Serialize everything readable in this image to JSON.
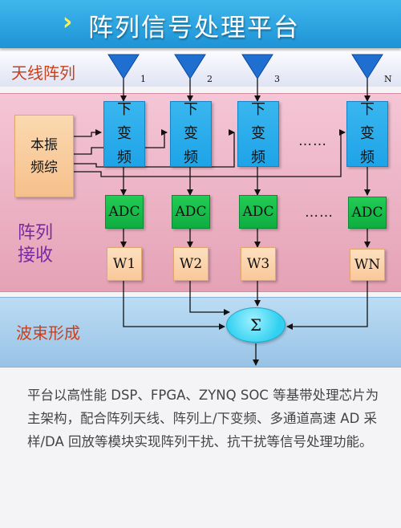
{
  "header": {
    "title": "阵列信号处理平台",
    "chevron_icon": "chevron-right-icon"
  },
  "bands": {
    "antenna": "天线阵列",
    "receive": "阵列\n接收",
    "receive_line1": "阵列",
    "receive_line2": "接收",
    "beamforming": "波束形成"
  },
  "local_oscillator": {
    "line1": "本振",
    "line2": "频综"
  },
  "channels": [
    {
      "antenna_label": "1",
      "downconv": [
        "下",
        "变",
        "频"
      ],
      "adc": "ADC",
      "weight": "W1"
    },
    {
      "antenna_label": "2",
      "downconv": [
        "下",
        "变",
        "频"
      ],
      "adc": "ADC",
      "weight": "W2"
    },
    {
      "antenna_label": "3",
      "downconv": [
        "下",
        "变",
        "频"
      ],
      "adc": "ADC",
      "weight": "W3"
    },
    {
      "antenna_label": "N",
      "downconv": [
        "下",
        "变",
        "频"
      ],
      "adc": "ADC",
      "weight": "WN"
    }
  ],
  "ellipsis": "……",
  "sum_symbol": "Σ",
  "description": "平台以高性能 DSP、FPGA、ZYNQ SOC 等基带处理芯片为主架构，配合阵列天线、阵列上/下变频、多通道高速 AD 采样/DA 回放等模块实现阵列干扰、抗干扰等信号处理功能。",
  "colors": {
    "header": "#29a6e3",
    "title_text": "#ffffff",
    "band_label": "#c8401c",
    "antenna": "#1f6fd0",
    "downconverter": "#22a8ec",
    "adc": "#14b548",
    "weight": "#f9c89a",
    "sum": "#3fd6f2"
  }
}
